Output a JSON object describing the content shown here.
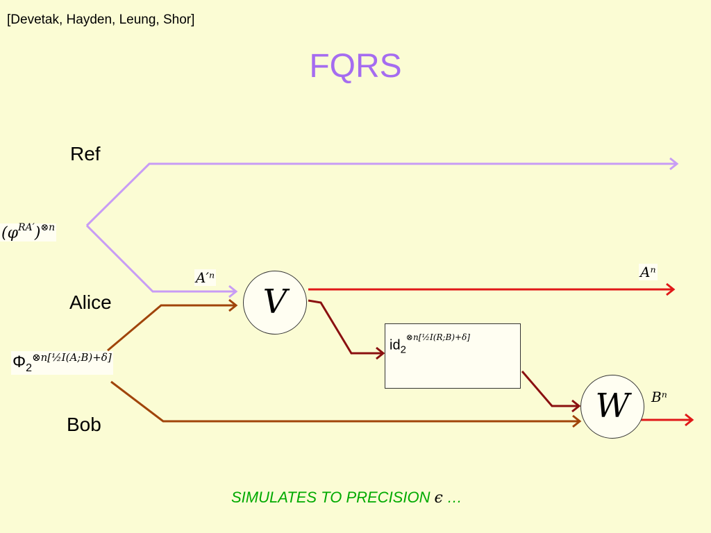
{
  "citation": "[Devetak, Hayden, Leung, Shor]",
  "title": "FQRS",
  "parties": {
    "ref": "Ref",
    "alice": "Alice",
    "bob": "Bob"
  },
  "states": {
    "purification": {
      "base": "(φ",
      "sup1": "RA′",
      "close": ")",
      "sup2": "⊗n"
    },
    "ebits": {
      "base": "Φ",
      "sub": "2",
      "sup": "⊗n[½I(A;B)+δ]"
    }
  },
  "systems": {
    "alice_in": "A′ⁿ",
    "alice_out": "Aⁿ",
    "bob_out": "Bⁿ"
  },
  "channel": {
    "base": "id",
    "sub": "2",
    "sup": "⊗n[½I(R;B)+δ]"
  },
  "nodes": {
    "encoder": "V",
    "decoder": "W"
  },
  "footer": {
    "text": "SIMULATES  TO PRECISION",
    "epsilon": "ϵ",
    "ellipsis": "…"
  },
  "colors": {
    "background": "#fbfcd4",
    "title": "#a56cf0",
    "ref_wire": "#c89cf5",
    "ebit_wire": "#a0440a",
    "classical_wire": "#8a1010",
    "output_wire": "#e01818",
    "footer": "#00aa00"
  }
}
